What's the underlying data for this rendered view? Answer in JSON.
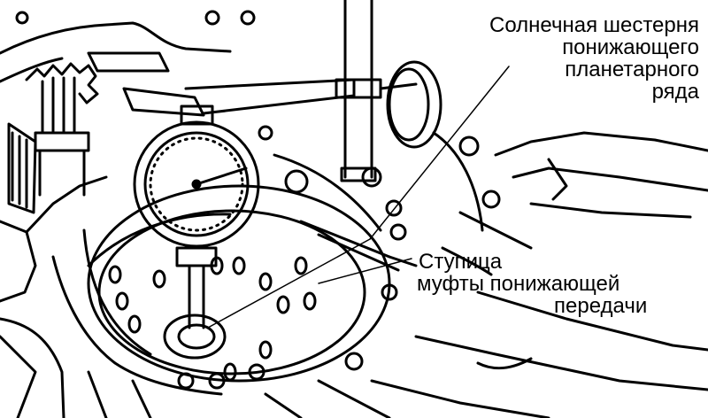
{
  "labels": {
    "sun_gear": {
      "lines": [
        "Солнечная шестерня",
        "понижающего",
        "планетарного",
        "ряда"
      ]
    },
    "clutch_hub": {
      "lines": [
        "Ступица",
        "муфты понижающей",
        "передачи"
      ]
    }
  }
}
